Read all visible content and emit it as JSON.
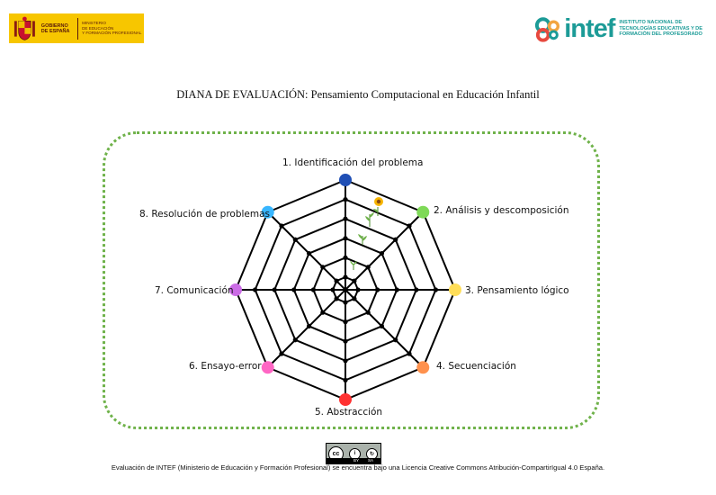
{
  "header": {
    "gov_name": "GOBIERNO\nDE ESPAÑA",
    "gov_ministry": "MINISTERIO\nDE EDUCACIÓN\nY FORMACIÓN PROFESIONAL",
    "intef_word": "intef",
    "intef_caption": "INSTITUTO NACIONAL DE\nTECNOLOGÍAS EDUCATIVAS Y DE\nFORMACIÓN DEL PROFESORADO",
    "gov_shield_icon": "spanish-coat-of-arms-icon",
    "intef_mark_icon": "intef-logo-mark-icon"
  },
  "title": "DIANA DE EVALUACIÓN: Pensamiento Computacional en Educación Infantil",
  "target": {
    "levels": 5,
    "axes": [
      {
        "label": "1. Identificación del problema",
        "color": "#1f4fb5"
      },
      {
        "label": "2. Análisis y descomposición",
        "color": "#7ed957"
      },
      {
        "label": "3. Pensamiento lógico",
        "color": "#ffde59"
      },
      {
        "label": "4. Secuenciación",
        "color": "#ff914d"
      },
      {
        "label": "5. Abstracción",
        "color": "#ff3131"
      },
      {
        "label": "6. Ensayo-error",
        "color": "#ff66c4"
      },
      {
        "label": "7. Comunicación",
        "color": "#cb6ce6"
      },
      {
        "label": "8. Resolución de problemas",
        "color": "#38b6ff"
      }
    ],
    "growth_icon": "sprout-to-sunflower-icon",
    "frame_color": "#6fb24a"
  },
  "license": {
    "badge_icon": "cc-by-sa-icon",
    "badge_cc": "cc",
    "badge_by": "BY",
    "badge_sa": "SA",
    "text": "Evaluación de INTEF (Ministerio de Educación y Formación Profesional) se encuentra bajo una Licencia Creative Commons Atribución-CompartirIgual 4.0 España."
  }
}
